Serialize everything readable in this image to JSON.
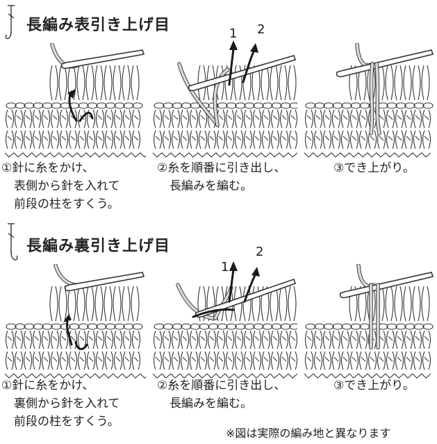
{
  "sections": [
    {
      "title": "長編み表引き上げ目",
      "steps": [
        {
          "lines": [
            "①針に糸をかけ、",
            "表側から針を入れて",
            "前段の柱をすくう。"
          ]
        },
        {
          "lines": [
            "②糸を順番に引き出し、",
            "長編みを編む。"
          ],
          "arrow_labels": [
            "1",
            "2"
          ]
        },
        {
          "lines": [
            "③でき上がり。"
          ]
        }
      ]
    },
    {
      "title": "長編み裏引き上げ目",
      "steps": [
        {
          "lines": [
            "①針に糸をかけ、",
            "裏側から針を入れて",
            "前段の柱をすくう。"
          ]
        },
        {
          "lines": [
            "②糸を順番に引き出し、",
            "長編みを編む。"
          ],
          "arrow_labels": [
            "1",
            "2"
          ]
        },
        {
          "lines": [
            "③でき上がり。"
          ]
        }
      ]
    }
  ],
  "note": "※図は実際の編み地と異なります",
  "colors": {
    "ink": "#333333",
    "yarn_fill": "#d9d9d9",
    "background": "#ffffff"
  },
  "icons": [
    "stitch-symbol-icon",
    "crochet-hook-icon",
    "arrow-icon"
  ]
}
